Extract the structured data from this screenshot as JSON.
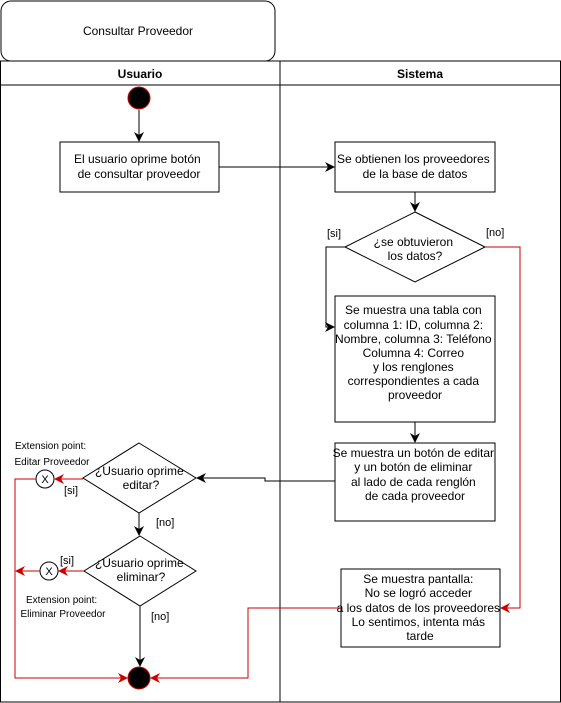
{
  "title": "Consultar Proveedor",
  "lanes": {
    "left": "Usuario",
    "right": "Sistema"
  },
  "nodes": {
    "user_action": [
      "El usuario oprime botón",
      "de consultar proveedor"
    ],
    "get_providers": [
      "Se obtienen los proveedores",
      "de la base de datos"
    ],
    "decision_data": [
      "¿se obtuvieron",
      "los datos?"
    ],
    "show_table": [
      "Se muestra una tabla con",
      "columna 1: ID, columna 2:",
      "Nombre, columna 3: Teléfono",
      "Columna 4: Correo",
      "y los renglones",
      "correspondientes a cada",
      "proveedor"
    ],
    "show_buttons": [
      "Se muestra un botón de editar",
      "y un botón de eliminar",
      "al lado de cada renglón",
      "de cada proveedor"
    ],
    "decision_edit": [
      "¿Usuario oprime",
      "editar?"
    ],
    "decision_delete": [
      "¿Usuario oprime",
      "eliminar?"
    ],
    "error_screen": [
      "Se muestra pantalla:",
      "No se logró acceder",
      "a los datos de los proveedores",
      "Lo sentimos, intenta más",
      "tarde"
    ],
    "ext_edit": [
      "Extension point:",
      "Editar Proveedor"
    ],
    "ext_delete": [
      "Extension point:",
      "Eliminar Proveedor"
    ],
    "ext_marker": "X"
  },
  "guards": {
    "si_data": "[si]",
    "no_data": "[no]",
    "si_edit": "[si]",
    "no_edit": "[no]",
    "si_delete": "[si]",
    "no_delete": "[no]"
  },
  "colors": {
    "line": "#000000",
    "alt_flow": "#cc0000",
    "fill": "#ffffff",
    "node": "#000000"
  }
}
